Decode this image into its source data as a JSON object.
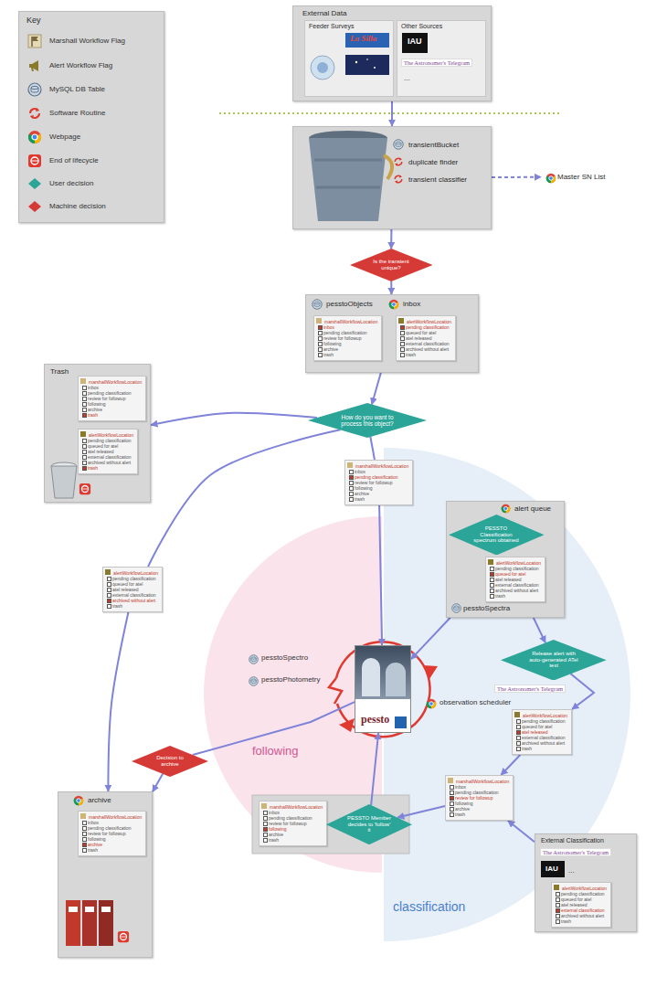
{
  "diagram": {
    "nodes": [
      {
        "text": [
          "Key"
        ]
      },
      {
        "text": [
          "External Data"
        ]
      },
      {
        "text": [
          "Feeder Surveys"
        ],
        "in": 1
      },
      {
        "text": [
          "Other Sources"
        ],
        "in": 1
      },
      {
        "text": [
          "transientBucket",
          "duplicate finder",
          "transient classifier"
        ]
      },
      {
        "text": [
          "Master SN List"
        ]
      },
      {
        "text": [
          "Is the transient unique?"
        ]
      },
      {
        "text": [
          "pesstoObjects",
          "inbox"
        ]
      },
      {
        "text": [
          "marshallWorkflowLocation",
          "inbox",
          "pending classification",
          "review for followup",
          "following",
          "archive",
          "trash"
        ],
        "in": 7
      },
      {
        "text": [
          "alertWorkflowLocation",
          "pending classification",
          "queued for atel",
          "atel released",
          "external classification",
          "archived without alert",
          "trash"
        ],
        "in": 7
      },
      {
        "text": [
          "Trash"
        ]
      },
      {
        "text": [
          "marshallWorkflowLocation",
          "inbox",
          "pending classification",
          "review for followup",
          "following",
          "archive",
          "trash"
        ],
        "in": 10
      },
      {
        "text": [
          "alertWorkflowLocation",
          "pending classification",
          "queued for atel",
          "atel released",
          "external classification",
          "archived without alert",
          "trash"
        ],
        "in": 10
      },
      {
        "text": [
          "How do you want to process this object?"
        ]
      },
      {
        "text": [
          "marshallWorkflowLocation",
          "inbox",
          "pending classification",
          "review for followup",
          "following",
          "archive",
          "trash"
        ]
      },
      {
        "text": [
          "alert queue",
          "pesstoSpectra"
        ]
      },
      {
        "text": [
          "PESSTO Classification spectrum obtained"
        ],
        "in": 15
      },
      {
        "text": [
          "alertWorkflowLocation",
          "pending classification",
          "queued for atel",
          "atel released",
          "external classification",
          "archived without alert",
          "trash"
        ],
        "in": 15
      },
      {
        "text": [
          "alertWorkflowLocation",
          "pending classification",
          "queued for atel",
          "atel released",
          "external classification",
          "archived without alert",
          "trash"
        ]
      },
      {
        "text": [
          "pessto"
        ]
      },
      {
        "text": [
          "Release alert with auto-generated ATel text"
        ]
      },
      {
        "text": [
          "alertWorkflowLocation",
          "pending classification",
          "queued for atel",
          "atel released",
          "external classification",
          "archived without alert",
          "trash"
        ]
      },
      {
        "text": [
          "Decision to archive"
        ]
      },
      {
        "text": [
          "marshallWorkflowLocation",
          "inbox",
          "pending classification",
          "review for followup",
          "following",
          "archive",
          "trash"
        ]
      },
      {
        "text": [
          "marshallWorkflowLocation",
          "inbox",
          "pending classification",
          "review for followup",
          "following",
          "archive",
          "trash"
        ]
      },
      {
        "text": [
          "PESSTO Member decides to 'follow' it"
        ]
      },
      {
        "text": [
          "archive"
        ]
      },
      {
        "text": [
          "marshallWorkflowLocation",
          "inbox",
          "pending classification",
          "review for followup",
          "following",
          "archive",
          "trash"
        ],
        "in": 26
      },
      {
        "text": [
          "External Classification"
        ]
      },
      {
        "text": [
          "alertWorkflowLocation",
          "pending classification",
          "queued for atel",
          "atel released",
          "external classification",
          "archived without alert",
          "trash"
        ],
        "in": 28
      }
    ],
    "edges": [
      {
        "from": 1,
        "to": 4,
        "arrow": "to"
      },
      {
        "from": 4,
        "to": 5,
        "arrow": "to"
      },
      {
        "from": 4,
        "to": 6,
        "arrow": "to"
      },
      {
        "from": 6,
        "to": 7,
        "arrow": "to"
      },
      {
        "from": 7,
        "to": 13,
        "arrow": "to"
      },
      {
        "from": 13,
        "to": 10,
        "arrow": "to"
      },
      {
        "from": 13,
        "to": 14,
        "arrow": "none"
      },
      {
        "from": 14,
        "to": 19,
        "arrow": "to"
      },
      {
        "from": 13,
        "to": 18,
        "arrow": "none"
      },
      {
        "from": 18,
        "to": 26,
        "arrow": "to"
      },
      {
        "from": 15,
        "to": 19,
        "arrow": "to"
      },
      {
        "from": 15,
        "to": 20,
        "arrow": "to"
      },
      {
        "from": 20,
        "to": 21,
        "arrow": "to"
      },
      {
        "from": 21,
        "to": 23,
        "arrow": "to"
      },
      {
        "from": 28,
        "to": 23,
        "arrow": "to"
      },
      {
        "from": 23,
        "to": 25,
        "arrow": "to"
      },
      {
        "from": 25,
        "to": 19,
        "arrow": "to"
      },
      {
        "from": 19,
        "to": 22,
        "arrow": "none"
      },
      {
        "from": 22,
        "to": 26,
        "arrow": "to"
      }
    ],
    "labels": [
      "La Silla",
      "IAU",
      "The Astronomer's Telegram",
      "...",
      "pesstoSpectro",
      "pesstoPhotometry",
      "observation scheduler",
      "following",
      "The Astronomer's Telegram",
      "classification",
      "The Astronomer's Telegram",
      "IAU",
      "..."
    ],
    "legend": [
      {
        "text": "Marshall Workflow Flag"
      },
      {
        "text": "Alert Workflow Flag"
      },
      {
        "text": "MySQL DB Table"
      },
      {
        "text": "Software Routine"
      },
      {
        "text": "Webpage"
      },
      {
        "text": "End of lifecycle"
      },
      {
        "text": "User decision"
      },
      {
        "text": "Machine decision"
      }
    ]
  }
}
